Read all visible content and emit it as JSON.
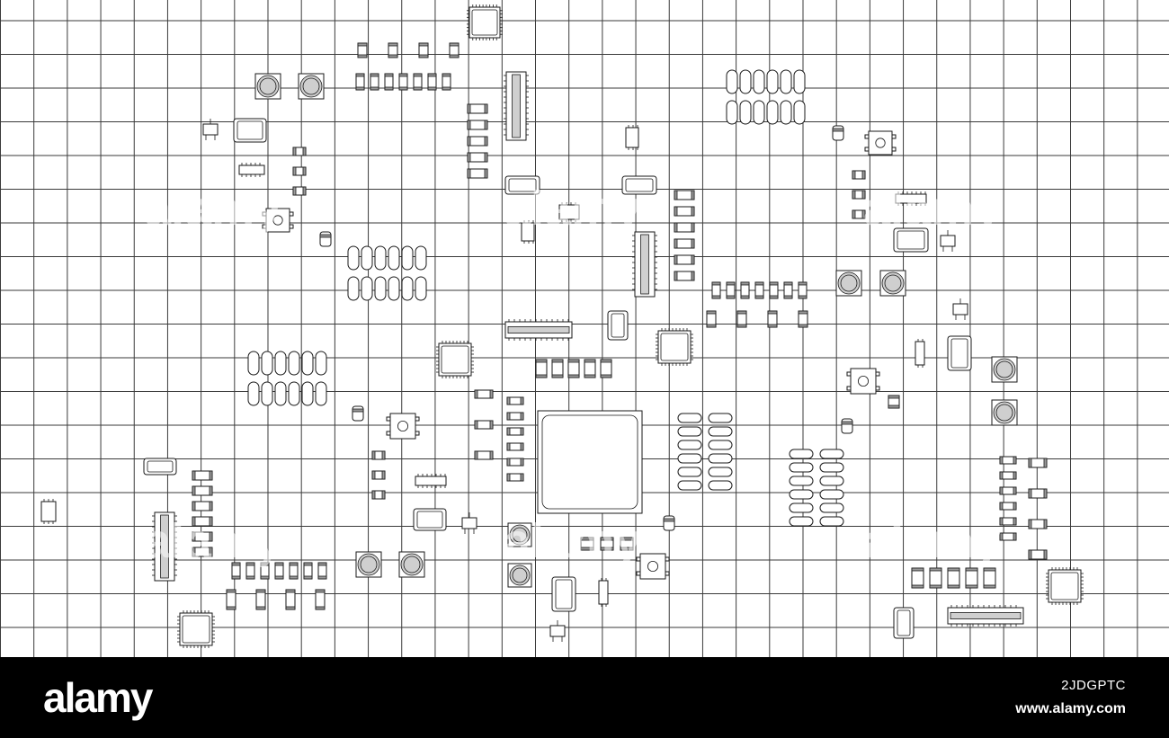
{
  "footer": {
    "logo_text": "alamy",
    "image_id": "2JDGPTC",
    "url": "www.alamy.com"
  },
  "watermark_text": "alamy",
  "colors": {
    "grid_line": "#3a3a3a",
    "component_outline": "#1a1a1a",
    "background": "#ffffff",
    "footer_bar": "#000000",
    "footer_text": "#ffffff"
  },
  "illustration": {
    "subject": "circuit-board component outlines on grid",
    "components": [
      "central-qfp-chip",
      "pin-header",
      "tqfp-chip",
      "dip-chip",
      "electrolytic-capacitor",
      "smd-resistor",
      "tactile-switch",
      "oval-pad-array",
      "sot23-transistor",
      "sot223-regulator",
      "crystal"
    ]
  }
}
